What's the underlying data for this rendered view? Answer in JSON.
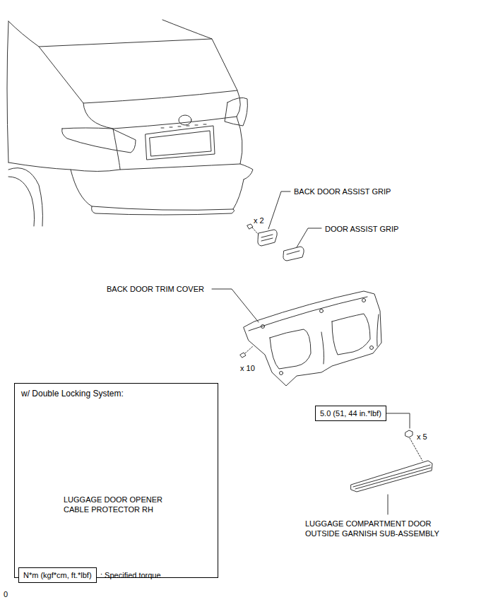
{
  "diagram": {
    "nodes": [
      {
        "text": [
          "w/ Double Locking System:",
          "LUGGAGE DOOR OPENER CABLE PROTECTOR RH"
        ]
      },
      {
        "text": [
          "5.0 (51, 44 in.*lbf)"
        ]
      },
      {
        "text": [
          "N*m (kgf*cm, ft.*lbf)",
          ": Specified torque"
        ]
      }
    ],
    "labels": [
      "BACK DOOR ASSIST GRIP",
      "x 2",
      "DOOR ASSIST GRIP",
      "BACK DOOR TRIM COVER",
      "x 10",
      "x 5",
      "LUGGAGE COMPARTMENT DOOR OUTSIDE GARNISH SUB-ASSEMBLY",
      "0"
    ]
  }
}
